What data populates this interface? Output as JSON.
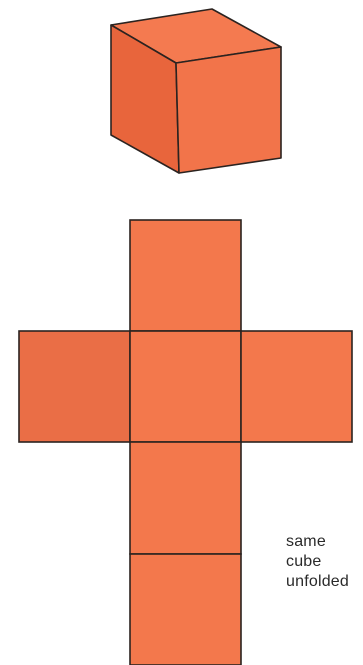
{
  "figure": {
    "caption_line1": "same cube",
    "caption_line2": "unfolded",
    "colors": {
      "face_front": "#f2744a",
      "face_top": "#f47a50",
      "face_side": "#e8653c",
      "face_net": "#f3784c",
      "face_net_left": "#ea6e46",
      "edge": "#2b2320",
      "background": "#ffffff"
    },
    "cube_icon": "orange-cube",
    "net_icon": "cross-shaped-cube-net"
  }
}
